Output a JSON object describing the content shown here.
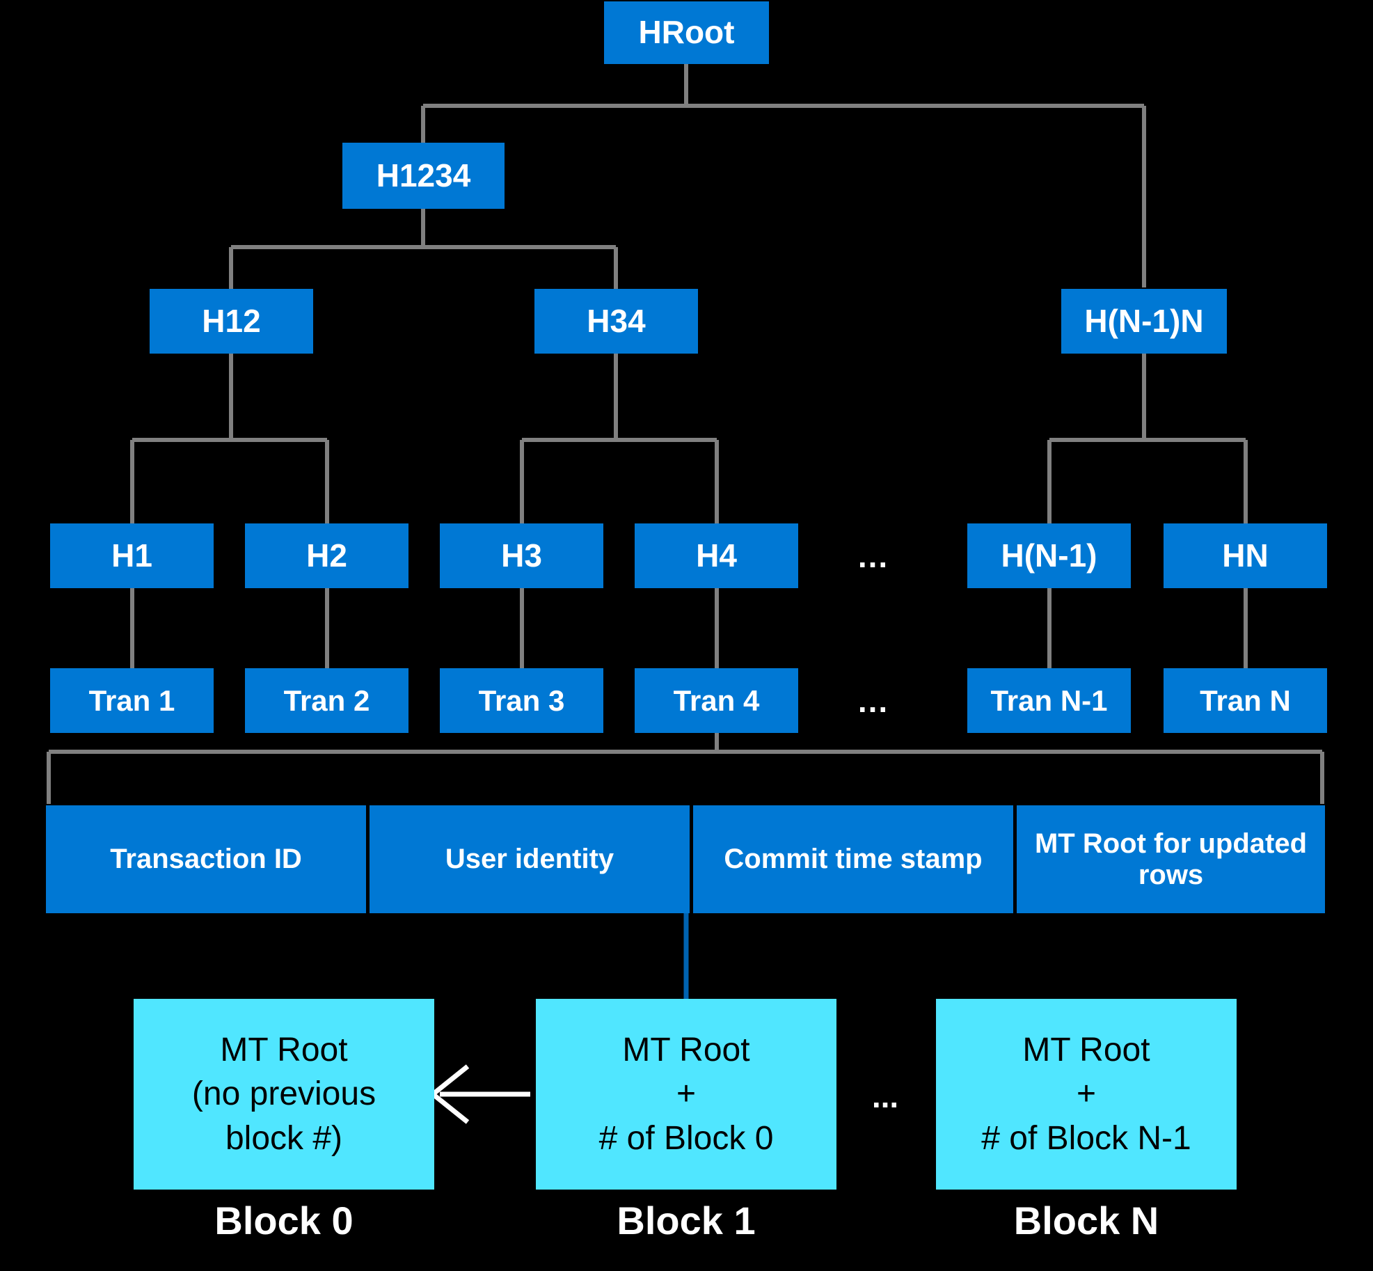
{
  "meta": {
    "title": "Merkle Tree and Blockchain Ledger Diagram",
    "background_color": "#000000",
    "node_color": "#0078d4",
    "block_color": "#50e6ff",
    "connector_color": "#808080",
    "arrow_color": "#ffffff",
    "block_connector_color": "#0063b1"
  },
  "tree": {
    "root": {
      "label": "HRoot"
    },
    "level2": [
      {
        "label": "H1234"
      }
    ],
    "level3": [
      {
        "label": "H12"
      },
      {
        "label": "H34"
      },
      {
        "label": "H(N-1)N"
      }
    ],
    "level4": [
      {
        "label": "H1"
      },
      {
        "label": "H2"
      },
      {
        "label": "H3"
      },
      {
        "label": "H4"
      },
      {
        "label": "H(N-1)"
      },
      {
        "label": "HN"
      }
    ],
    "level4_ellipsis": "...",
    "transactions": [
      {
        "label": "Tran 1"
      },
      {
        "label": "Tran 2"
      },
      {
        "label": "Tran 3"
      },
      {
        "label": "Tran 4"
      },
      {
        "label": "Tran N-1"
      },
      {
        "label": "Tran N"
      }
    ],
    "transactions_ellipsis": "..."
  },
  "transaction_detail": {
    "cells": [
      {
        "label": "Transaction ID"
      },
      {
        "label": "User identity"
      },
      {
        "label": "Commit time stamp"
      },
      {
        "label": "MT Root for updated rows"
      }
    ]
  },
  "blocks": [
    {
      "label": "MT Root\n(no previous\nblock #)",
      "line1": "MT Root",
      "line2": "(no previous",
      "line3": "block #)",
      "caption": "Block 0"
    },
    {
      "label": "MT Root\n+\n# of Block 0",
      "line1": "MT Root",
      "line2": "+",
      "line3": "# of Block 0",
      "caption": "Block 1"
    },
    {
      "label": "MT Root\n+\n# of Block N-1",
      "line1": "MT Root",
      "line2": "+",
      "line3": "# of Block N-1",
      "caption": "Block N"
    }
  ],
  "blocks_ellipsis": "..."
}
